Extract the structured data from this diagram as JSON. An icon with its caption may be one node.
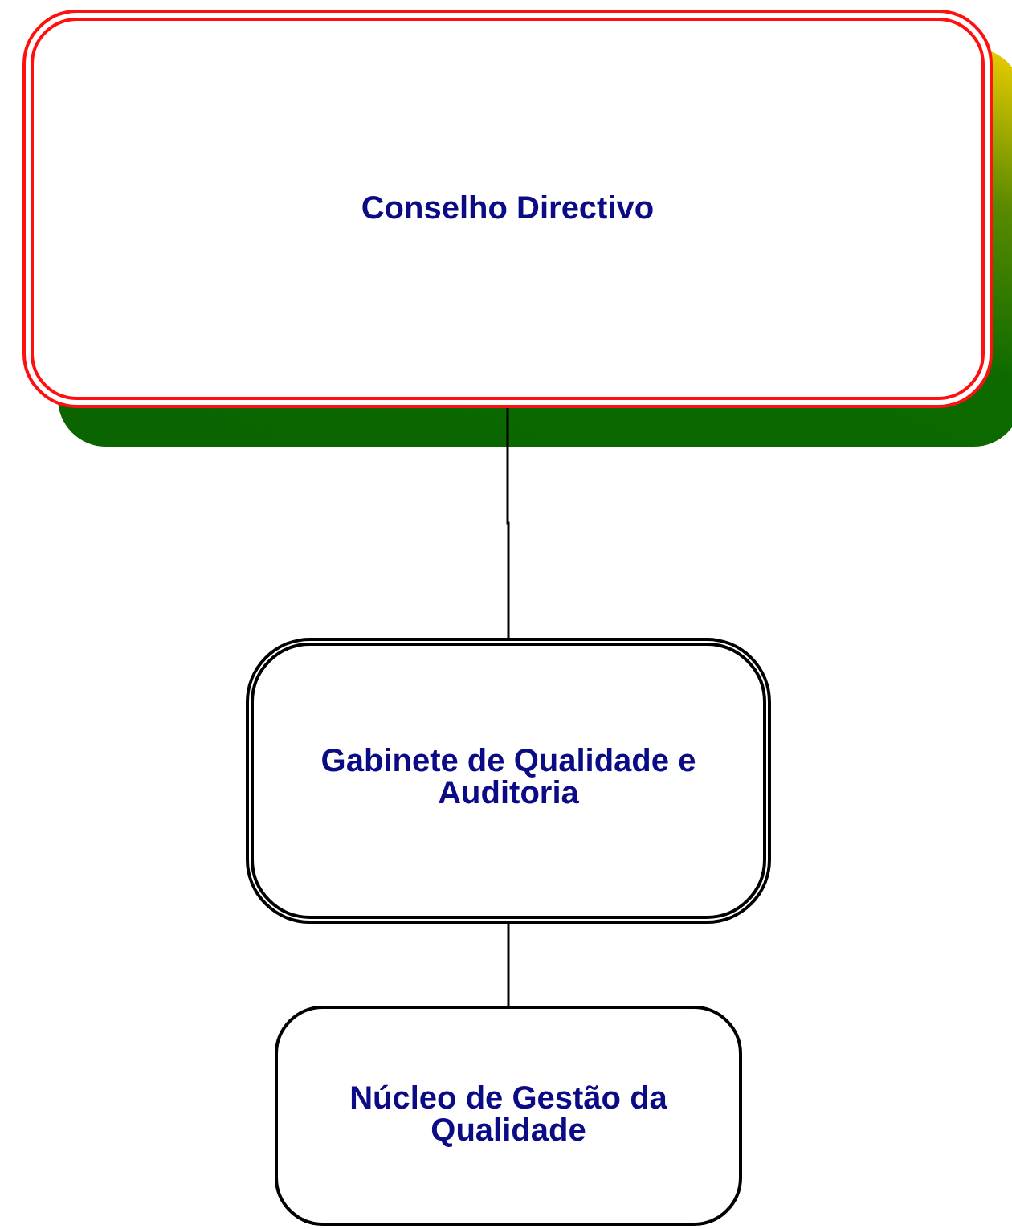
{
  "diagram": {
    "nodes": [
      {
        "text": [
          "Conselho Directivo"
        ]
      },
      {
        "text": [
          "Gabinete de Qualidade e Auditoria"
        ]
      },
      {
        "text": [
          "Núcleo de Gestão da Qualidade"
        ]
      }
    ],
    "edges": [
      {
        "from": 0,
        "to": 1,
        "arrow": "none"
      },
      {
        "from": 1,
        "to": 2,
        "arrow": "none"
      }
    ]
  }
}
